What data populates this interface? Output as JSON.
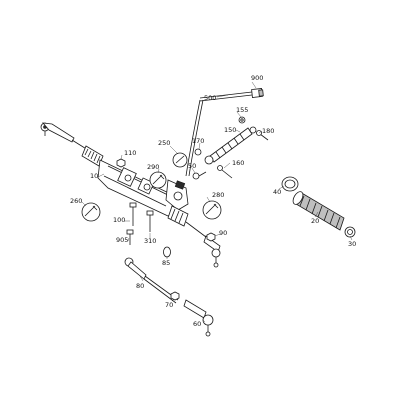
{
  "diagram": {
    "callouts": [
      {
        "id": "900",
        "label": "900"
      },
      {
        "id": "500",
        "label": "500"
      },
      {
        "id": "155",
        "label": "155"
      },
      {
        "id": "150",
        "label": "150"
      },
      {
        "id": "180",
        "label": "180"
      },
      {
        "id": "170",
        "label": "170"
      },
      {
        "id": "250",
        "label": "250"
      },
      {
        "id": "110",
        "label": "110"
      },
      {
        "id": "50",
        "label": "50"
      },
      {
        "id": "160",
        "label": "160"
      },
      {
        "id": "290",
        "label": "290"
      },
      {
        "id": "10",
        "label": "10"
      },
      {
        "id": "260",
        "label": "260"
      },
      {
        "id": "280",
        "label": "280"
      },
      {
        "id": "100",
        "label": "100"
      },
      {
        "id": "905",
        "label": "905"
      },
      {
        "id": "310",
        "label": "310"
      },
      {
        "id": "90",
        "label": "90"
      },
      {
        "id": "85",
        "label": "85"
      },
      {
        "id": "40",
        "label": "40"
      },
      {
        "id": "20",
        "label": "20"
      },
      {
        "id": "30",
        "label": "30"
      },
      {
        "id": "80",
        "label": "80"
      },
      {
        "id": "70",
        "label": "70"
      },
      {
        "id": "60",
        "label": "60"
      }
    ]
  }
}
